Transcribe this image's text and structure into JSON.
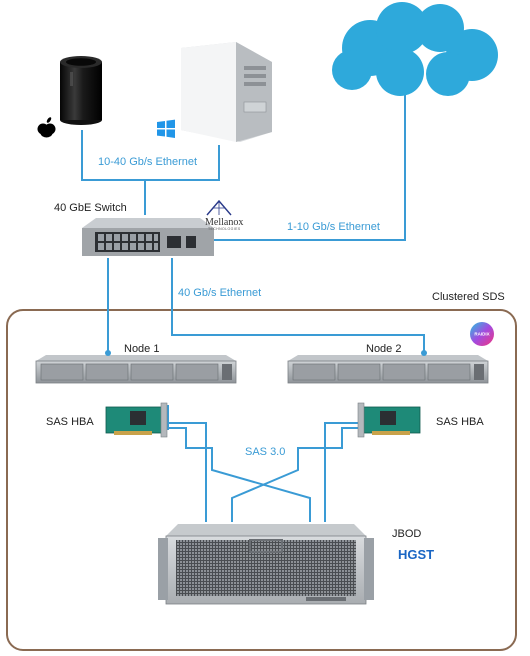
{
  "labels": {
    "ethernet_clients": "10-40 Gb/s Ethernet",
    "switch": "40 GbE Switch",
    "ethernet_cloud": "1-10 Gb/s Ethernet",
    "ethernet_nodes": "40 Gb/s Ethernet",
    "cluster": "Clustered SDS",
    "node1": "Node 1",
    "node2": "Node 2",
    "sas_hba_left": "SAS HBA",
    "sas_hba_right": "SAS HBA",
    "sas": "SAS 3.0",
    "jbod": "JBOD",
    "jbod_brand": "HGST"
  },
  "logos": {
    "switch_vendor": "Mellanox",
    "switch_vendor_sub": "TECHNOLOGIES",
    "cluster_vendor": "RAIDIX"
  },
  "icons": [
    "apple-icon",
    "windows-icon",
    "cloud-icon",
    "mac-pro-icon",
    "tower-pc-icon"
  ],
  "colors": {
    "link": "#3a9bd5",
    "cluster_border": "#8a6a52",
    "hgst": "#1a66c4",
    "cloud": "#2ea9db"
  }
}
